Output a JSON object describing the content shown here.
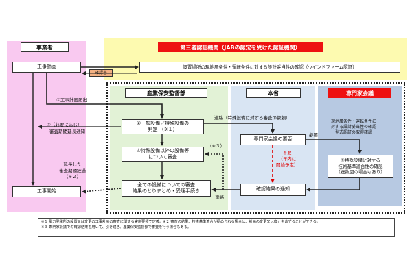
{
  "headers": {
    "operator": "事業者",
    "third_party": "第三者認証機関（JABの認定を受けた認証機関）",
    "safety_dept": "産業保安監督部",
    "ministry": "本省",
    "expert_council": "専門家会議"
  },
  "boxes": {
    "construction_plan": "工事計画",
    "confirmation_doc": "確認書",
    "design_validity": "設置場所の現地風条件・運転条件に対する設計妥当性の確認（ウインドファーム認証）",
    "equipment_judgment": "②一般設備／特殊設備の\n判定 （※１）",
    "other_equipment": "④特殊設備以外の設備等\nについて審査",
    "summary": "全ての設備についての審査\n結果のとりまとめ・受理手続き",
    "expert_request": "専門家会議の要否",
    "result_notice": "確認結果の通知",
    "technical_standards": "⑤特殊設備に対する\n技術基準適合性の確認\n（複数回の場合もあり）",
    "construction_start": "工事開始"
  },
  "labels": {
    "plan_submission": "①工事計画届出",
    "if_needed": "③（必要に応じ）",
    "review_extension": "審査期間延長通知",
    "extended": "延長した\n審査期間経過\n（※２）",
    "contact_request": "連絡（特殊設備に対する審査の依頼）",
    "necessary": "必要",
    "not_necessary": "不要\n（年内に\n開始予定）",
    "note3": "（※３）",
    "contact": "連絡",
    "site_conditions": "現地風条件・運転条件に\n対する設計妥当性の確認\n型式認証の取得確認"
  },
  "notes": [
    "※１ 風力発電所の設置又は変更の工事計画の審査に関する実施要領で定義。※２ 審査の結果、技術基準適合が認められる場合は、計画の変更又は廃止を命ずることができる。",
    "※３ 専門家会議での確認結果を用いて、引き続き、産業保安監督部で審査を行う場合もある。"
  ],
  "colors": {
    "operator_zone": "#f9c9f0",
    "third_party_zone": "#fdfab0",
    "third_party_header": "#ee1111",
    "safety_zone": "#e2f2d6",
    "ministry_zone": "#d9e5f3",
    "expert_zone": "#b7c9e2",
    "expert_header": "#ee1111",
    "doc_badge": "#f4b183",
    "arrow": "#222222",
    "red_arrow": "#e00000"
  }
}
